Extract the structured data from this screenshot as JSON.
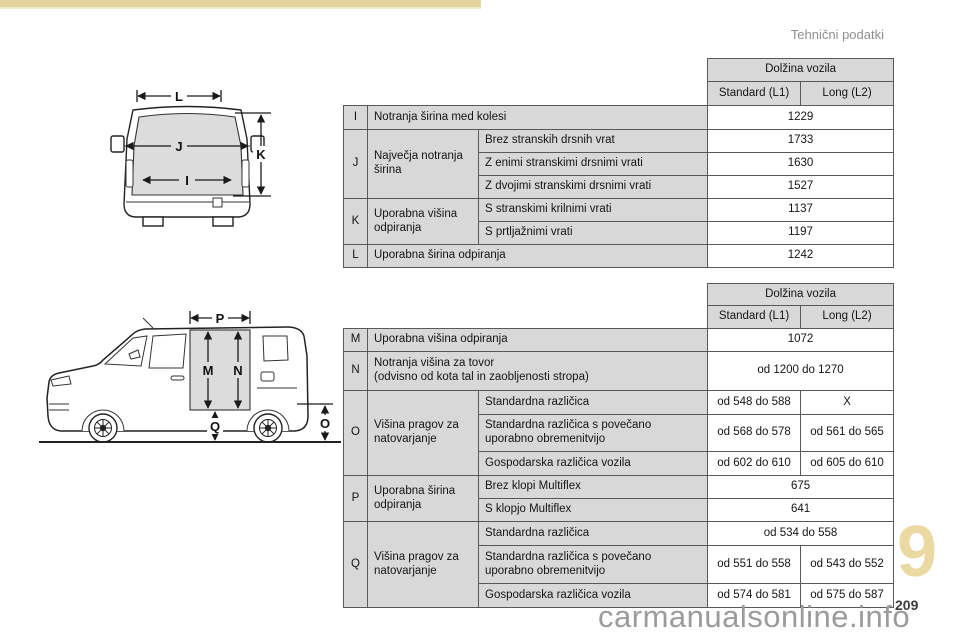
{
  "page": {
    "header_title": "Tehnični podatki",
    "chapter_number": "9",
    "page_number": "209",
    "watermark": "carmanualsonline.info"
  },
  "table_header": {
    "title": "Dolžina vozila",
    "standard": "Standard (L1)",
    "long": "Long (L2)"
  },
  "table1": {
    "rows": {
      "i": {
        "letter": "I",
        "label": "Notranja širina med kolesi",
        "value": "1229"
      },
      "j": {
        "letter": "J",
        "label": "Največja notranja širina",
        "sub1": "Brez stranskih drsnih vrat",
        "val1": "1733",
        "sub2": "Z enimi stranskimi drsnimi vrati",
        "val2": "1630",
        "sub3": "Z dvojimi stranskimi drsnimi vrati",
        "val3": "1527"
      },
      "k": {
        "letter": "K",
        "label": "Uporabna višina odpiranja",
        "sub1": "S stranskimi krilnimi vrati",
        "val1": "1137",
        "sub2": "S prtljažnimi vrati",
        "val2": "1197"
      },
      "l": {
        "letter": "L",
        "label": "Uporabna širina odpiranja",
        "value": "1242"
      }
    }
  },
  "table2": {
    "rows": {
      "m": {
        "letter": "M",
        "label": "Uporabna višina odpiranja",
        "value": "1072"
      },
      "n": {
        "letter": "N",
        "label": "Notranja višina za tovor\n(odvisno od kota tal in zaobljenosti stropa)",
        "value": "od 1200 do 1270"
      },
      "o": {
        "letter": "O",
        "label": "Višina pragov za natovarjanje",
        "sub1": "Standardna različica",
        "val1_std": "od 548 do 588",
        "val1_long": "X",
        "sub2": "Standardna različica s povečano uporabno obremenitvijo",
        "val2_std": "od 568 do 578",
        "val2_long": "od 561 do 565",
        "sub3": "Gospodarska različica vozila",
        "val3_std": "od 602 do 610",
        "val3_long": "od 605 do 610"
      },
      "p": {
        "letter": "P",
        "label": "Uporabna širina odpiranja",
        "sub1": "Brez klopi Multiflex",
        "val1": "675",
        "sub2": "S klopjo Multiflex",
        "val2": "641"
      },
      "q": {
        "letter": "Q",
        "label": "Višina pragov za natovarjanje",
        "sub1": "Standardna različica",
        "val1": "od 534 do 558",
        "sub2": "Standardna različica s povečano uporabno obremenitvijo",
        "val2_std": "od 551 do 558",
        "val2_long": "od 543 do 552",
        "sub3": "Gospodarska različica vozila",
        "val3_std": "od 574 do 581",
        "val3_long": "od 575 do 587"
      }
    }
  },
  "diagrams": {
    "rear_view_labels": {
      "L": "L",
      "J": "J",
      "I": "I",
      "K": "K"
    },
    "side_view_labels": {
      "P": "P",
      "M": "M",
      "N": "N",
      "Q": "Q",
      "O": "O"
    }
  },
  "colors": {
    "accent": "#e5d3a0",
    "cell_gray": "#d8d8d8",
    "border": "#595959",
    "muted_text": "#8e8e8e",
    "watermark_gray": "#9b9b9b"
  }
}
